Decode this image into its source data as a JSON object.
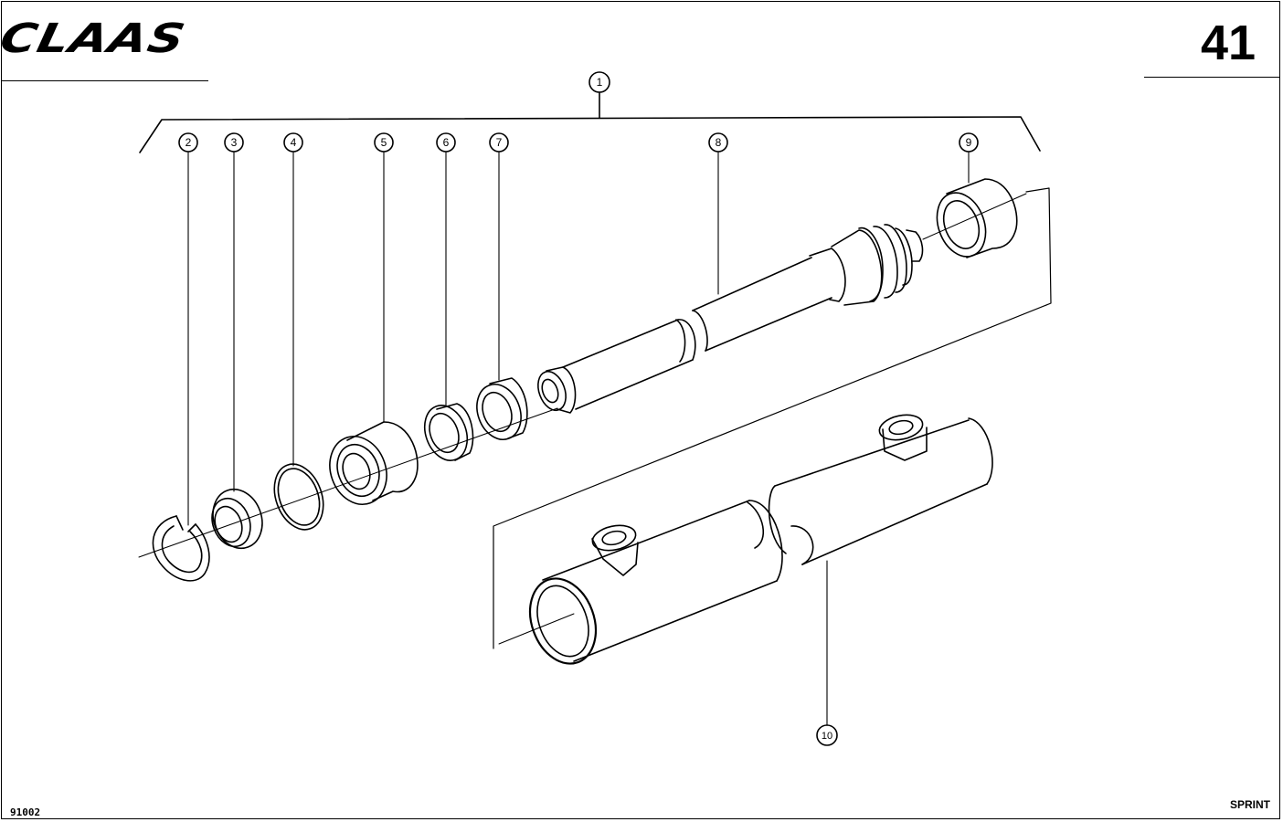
{
  "header": {
    "logo_text": "CLAAS",
    "page_number": "41"
  },
  "footer": {
    "drawing_code": "91002",
    "model": "SPRINT"
  },
  "callouts": [
    "1",
    "2",
    "3",
    "4",
    "5",
    "6",
    "7",
    "8",
    "9",
    "10"
  ],
  "colors": {
    "ink": "#000000",
    "paper": "#ffffff"
  }
}
